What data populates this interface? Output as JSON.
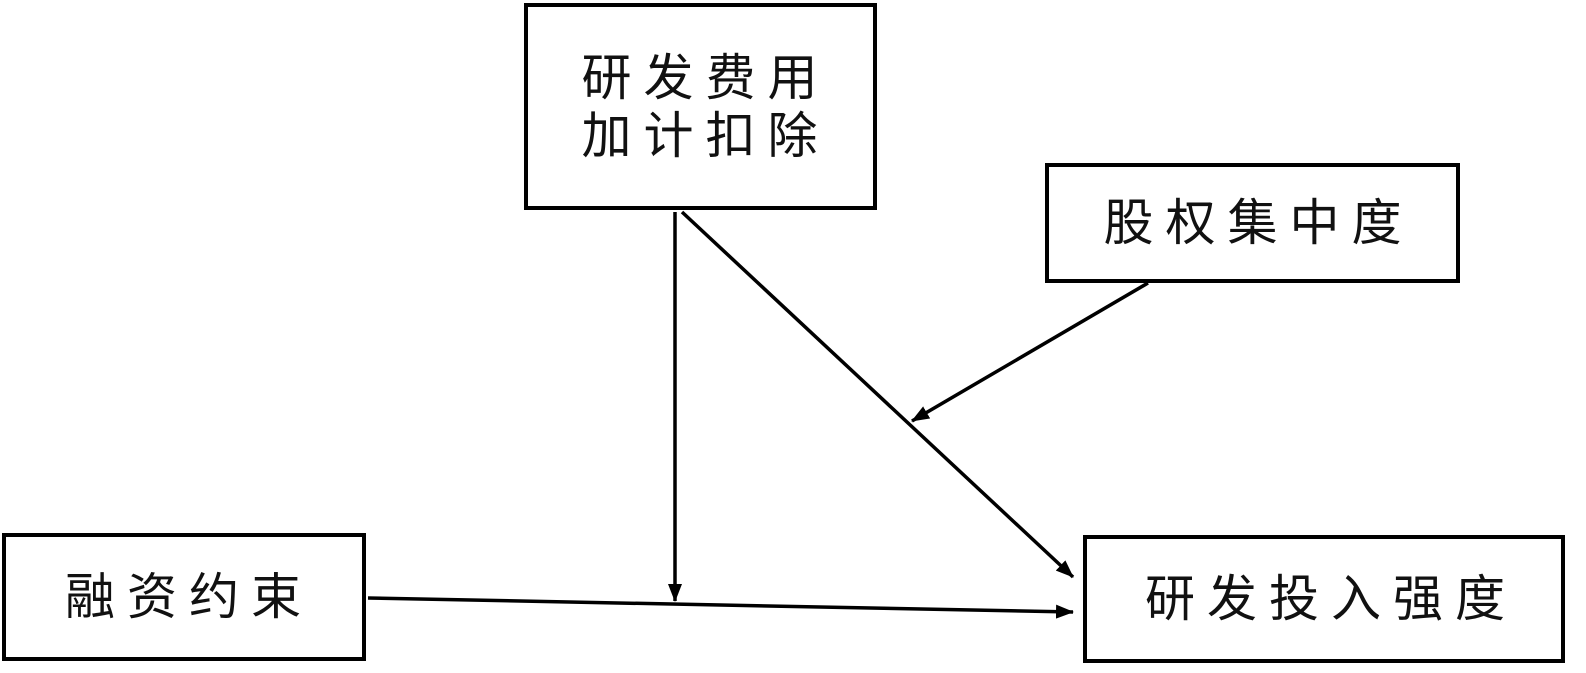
{
  "diagram": {
    "nodes": {
      "rd_deduction": {
        "line1": "研发费用",
        "line2": "加计扣除"
      },
      "equity_concentration": {
        "label": "股权集中度"
      },
      "financing_constraints": {
        "label": "融资约束"
      },
      "rd_intensity": {
        "label": "研发投入强度"
      }
    },
    "edges": [
      {
        "from": "financing_constraints",
        "to": "rd_intensity"
      },
      {
        "from": "rd_deduction",
        "to": "rd_intensity"
      },
      {
        "from": "rd_deduction",
        "to": "financing_constraints -> rd_intensity"
      },
      {
        "from": "equity_concentration",
        "to": "rd_deduction -> rd_intensity"
      }
    ],
    "colors": {
      "stroke": "#000000",
      "background": "#ffffff"
    }
  }
}
